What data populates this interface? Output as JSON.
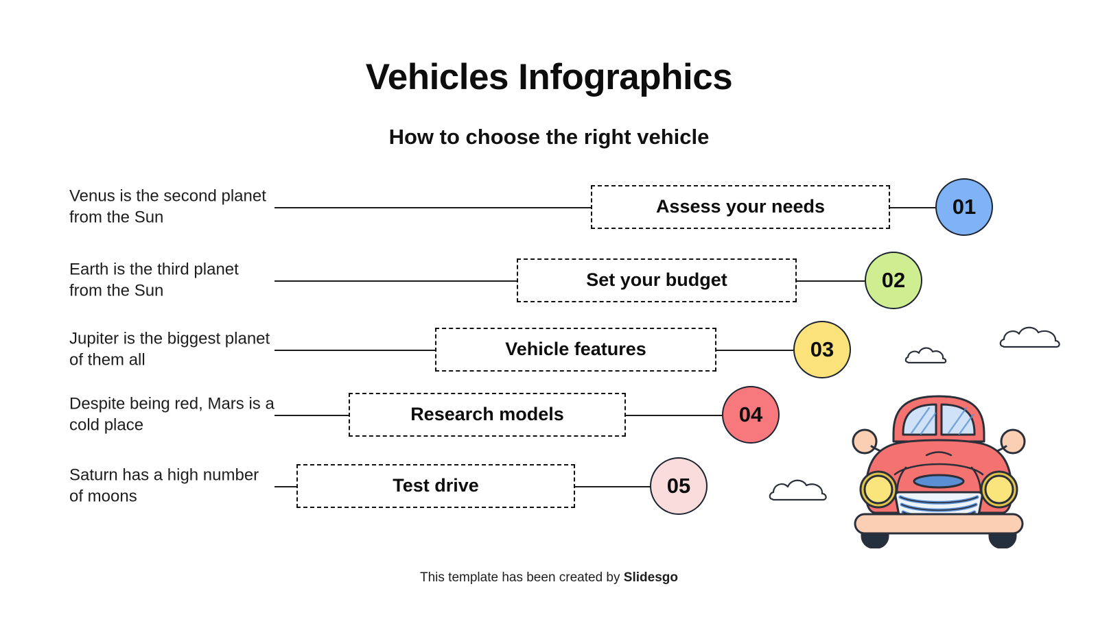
{
  "header": {
    "title": "Vehicles Infographics",
    "subtitle": "How to choose the right vehicle"
  },
  "steps": [
    {
      "number": "01",
      "label": "Assess your needs",
      "description": "Venus is the second planet from the Sun",
      "color": "#7FB3F5"
    },
    {
      "number": "02",
      "label": "Set your budget",
      "description": "Earth is the third planet from the Sun",
      "color": "#CFEE92"
    },
    {
      "number": "03",
      "label": "Vehicle features",
      "description": "Jupiter is the biggest planet of them all",
      "color": "#FBE27A"
    },
    {
      "number": "04",
      "label": "Research models",
      "description": "Despite being red, Mars is a cold place",
      "color": "#F8797D"
    },
    {
      "number": "05",
      "label": "Test drive",
      "description": "Saturn has a high number of moons",
      "color": "#FBDCDC"
    }
  ],
  "footer": {
    "prefix": "This template has been created by ",
    "brand": "Slidesgo"
  },
  "artwork": {
    "car": "retro-car-front-illustration",
    "clouds": [
      "cloud-small",
      "cloud-medium",
      "cloud-large"
    ],
    "palette": {
      "car_body": "#F4726F",
      "car_body_dark": "#D9534F",
      "car_bumper": "#FBCFB4",
      "car_mirror": "#FBCFB4",
      "car_glass": "#CFE2F7",
      "car_headlight": "#FAE47C",
      "car_headlight_ring": "#E0C44A",
      "car_grille_stripe": "#5B8FD4",
      "car_grille_base": "#EDF4FC",
      "car_wheel": "#25303F",
      "outline": "#2A2F3A"
    }
  }
}
